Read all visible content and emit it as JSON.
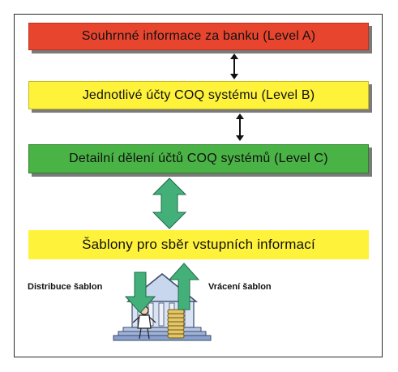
{
  "levels": {
    "a": "Souhrnné informace za banku (Level A)",
    "b": "Jednotlivé účty COQ systému (Level B)",
    "c": "Detailní dělení účtů COQ systémů (Level C)"
  },
  "templates_bar": "Šablony pro sběr vstupních informací",
  "distribution_label": "Distribuce šablon",
  "return_label": "Vrácení šablon",
  "icons": [
    "double-arrow-icon",
    "bank-building-icon",
    "person-icon",
    "coin-stack-icon"
  ],
  "colors": {
    "level_a": "#e8452f",
    "level_b": "#fff23a",
    "level_c": "#4ab346",
    "arrows": "#43b07a"
  }
}
